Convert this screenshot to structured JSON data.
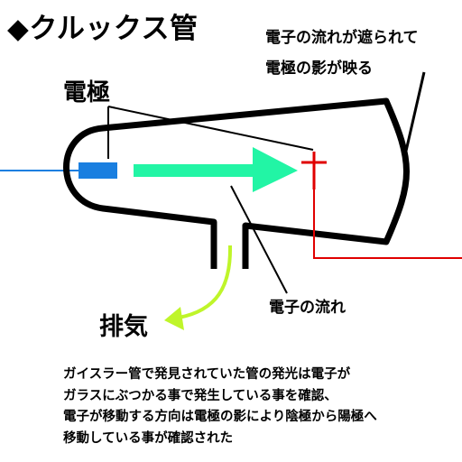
{
  "title": "◆クルックス管",
  "labels": {
    "shadow_line1": "電子の流れが遮られて",
    "shadow_line2": "電極の影が映る",
    "electrode": "電極",
    "electron_flow": "電子の流れ",
    "exhaust": "排気"
  },
  "description": [
    "ガイスラー管で発見されていた管の発光は電子が",
    "ガラスにぶつかる事で発生している事を確認、",
    "電子が移動する方向は電極の影により陰極から陽極へ",
    "移動している事が確認された"
  ],
  "colors": {
    "cathode": "#1a7fe0",
    "anode": "#e00000",
    "beam": "#22f5a5",
    "exhaust_arrow": "#bff52a",
    "tube_outline": "#000000"
  }
}
